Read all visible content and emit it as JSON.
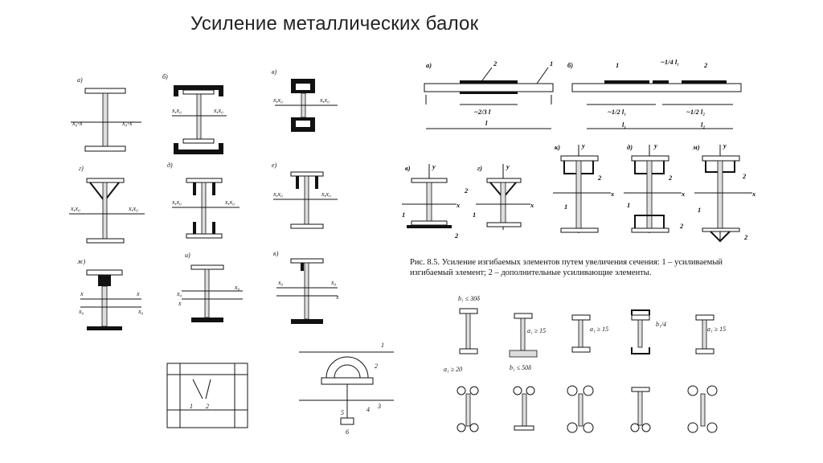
{
  "slide": {
    "title": "Усиление металлических балок"
  },
  "left_figure": {
    "section_labels": [
      "а)",
      "б)",
      "в)",
      "г)",
      "д)",
      "е)",
      "ж)",
      "и)",
      "к)"
    ],
    "axis_labels": {
      "x0x": "x₀-x",
      "x0x_r": "x₀-x",
      "xx0": "x,x₀",
      "xx0_r": "x,x₀",
      "x": "x",
      "x0": "x₀"
    },
    "detail_numbers": [
      "1",
      "2",
      "3",
      "4",
      "5",
      "6"
    ]
  },
  "right_figure": {
    "top_labels": [
      "а)",
      "б)"
    ],
    "callouts": [
      "1",
      "2"
    ],
    "dims_a": [
      "~2/3 l",
      "l"
    ],
    "dims_b": [
      "~1/4 l₁",
      "~1/2 l₁",
      "~1/2 l₂",
      "l₁",
      "l₂"
    ],
    "section_labels": [
      "в)",
      "г)",
      "к)",
      "д)",
      "м)"
    ],
    "axes": {
      "y": "y",
      "x": "x"
    },
    "caption": "Рис. 8.5. Усиление изгибаемых элементов путем увеличения сечения: 1 – усиливаемый изгибаемый элемент; 2 – дополнительные усиливающие элементы.",
    "dims_bottom": [
      "b₁ ≤ 30δ",
      "a₁ ≥ 15",
      "a₁ ≥ 20",
      "b₁ ≤ 50δ",
      "a₁ ≥ 15",
      "b₁/4",
      "a₁ ≥ 15"
    ]
  }
}
